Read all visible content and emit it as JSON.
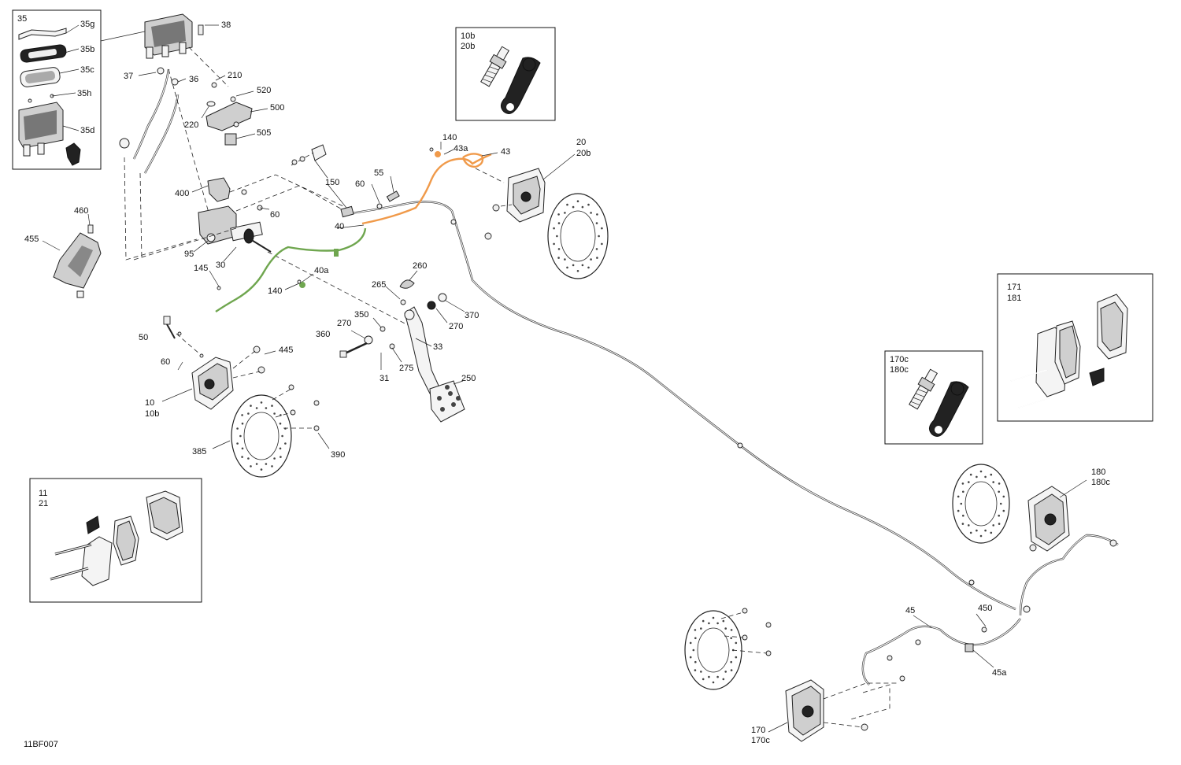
{
  "diagram_code": "11BF007",
  "boxes": {
    "master_kit": [
      "35"
    ],
    "bleeder_front": [
      "10b",
      "20b"
    ],
    "bleeder_rear": [
      "170c",
      "180c"
    ],
    "pads_rear": [
      "171",
      "181"
    ],
    "pads_front": [
      "11",
      "21"
    ]
  },
  "labels": [
    {
      "id": "l35g",
      "text": "35g"
    },
    {
      "id": "l35b",
      "text": "35b"
    },
    {
      "id": "l35c",
      "text": "35c"
    },
    {
      "id": "l35h",
      "text": "35h"
    },
    {
      "id": "l35d",
      "text": "35d"
    },
    {
      "id": "l38",
      "text": "38"
    },
    {
      "id": "l37",
      "text": "37"
    },
    {
      "id": "l36",
      "text": "36"
    },
    {
      "id": "l210",
      "text": "210"
    },
    {
      "id": "l520",
      "text": "520"
    },
    {
      "id": "l500",
      "text": "500"
    },
    {
      "id": "l220",
      "text": "220"
    },
    {
      "id": "l505",
      "text": "505"
    },
    {
      "id": "l140a",
      "text": "140"
    },
    {
      "id": "l43a",
      "text": "43a"
    },
    {
      "id": "l43",
      "text": "43"
    },
    {
      "id": "l20",
      "text": "20"
    },
    {
      "id": "l20b",
      "text": "20b"
    },
    {
      "id": "l150",
      "text": "150"
    },
    {
      "id": "l55",
      "text": "55"
    },
    {
      "id": "l60a",
      "text": "60"
    },
    {
      "id": "l400",
      "text": "400"
    },
    {
      "id": "l60b",
      "text": "60"
    },
    {
      "id": "l460",
      "text": "460"
    },
    {
      "id": "l40",
      "text": "40"
    },
    {
      "id": "l455",
      "text": "455"
    },
    {
      "id": "l95",
      "text": "95"
    },
    {
      "id": "l30",
      "text": "30"
    },
    {
      "id": "l260",
      "text": "260"
    },
    {
      "id": "l145",
      "text": "145"
    },
    {
      "id": "l40a",
      "text": "40a"
    },
    {
      "id": "l265",
      "text": "265"
    },
    {
      "id": "l140b",
      "text": "140"
    },
    {
      "id": "l370",
      "text": "370"
    },
    {
      "id": "l350",
      "text": "350"
    },
    {
      "id": "l270a",
      "text": "270"
    },
    {
      "id": "l270b",
      "text": "270"
    },
    {
      "id": "l50",
      "text": "50"
    },
    {
      "id": "l360",
      "text": "360"
    },
    {
      "id": "l33",
      "text": "33"
    },
    {
      "id": "l445",
      "text": "445"
    },
    {
      "id": "l60c",
      "text": "60"
    },
    {
      "id": "l275",
      "text": "275"
    },
    {
      "id": "l31",
      "text": "31"
    },
    {
      "id": "l250",
      "text": "250"
    },
    {
      "id": "l10",
      "text": "10"
    },
    {
      "id": "l10b",
      "text": "10b"
    },
    {
      "id": "l385",
      "text": "385"
    },
    {
      "id": "l390",
      "text": "390"
    },
    {
      "id": "l180",
      "text": "180"
    },
    {
      "id": "l180c",
      "text": "180c"
    },
    {
      "id": "l45",
      "text": "45"
    },
    {
      "id": "l450",
      "text": "450"
    },
    {
      "id": "l45a",
      "text": "45a"
    },
    {
      "id": "l170",
      "text": "170"
    },
    {
      "id": "l170c",
      "text": "170c"
    }
  ]
}
